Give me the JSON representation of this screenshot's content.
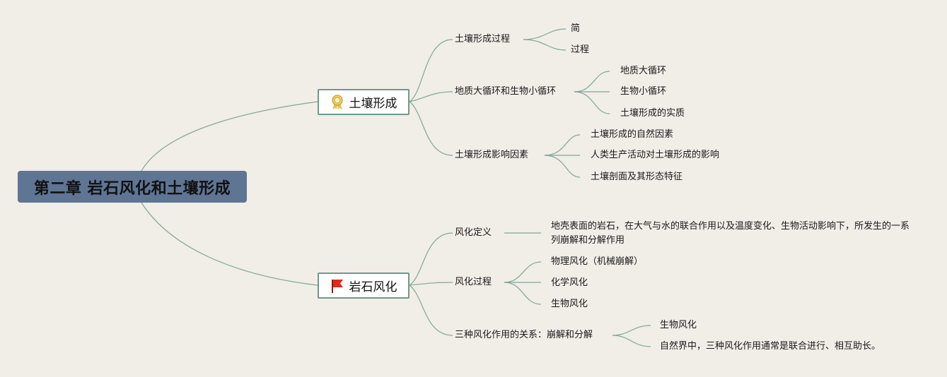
{
  "root": {
    "label": "第二章 岩石风化和土壤形成"
  },
  "branches": [
    {
      "label": "土壤形成",
      "icon": "award-ribbon-icon",
      "topics": [
        {
          "label": "土壤形成过程",
          "leaves": [
            "简",
            "过程"
          ]
        },
        {
          "label": "地质大循环和生物小循环",
          "leaves": [
            "地质大循环",
            "生物小循环",
            "土壤形成的实质"
          ]
        },
        {
          "label": "土壤形成影响因素",
          "leaves": [
            "土壤形成的自然因素",
            "人类生产活动对土壤形成的影响",
            "土壤剖面及其形态特征"
          ]
        }
      ]
    },
    {
      "label": "岩石风化",
      "icon": "red-flag-icon",
      "topics": [
        {
          "label": "风化定义",
          "leaves": [
            "地壳表面的岩石，在大气与水的联合作用以及温度变化、生物活动影响下，所发生的一系列崩解和分解作用"
          ]
        },
        {
          "label": "风化过程",
          "leaves": [
            "物理风化（机械崩解）",
            "化学风化",
            "生物风化"
          ]
        },
        {
          "label": "三种风化作用的关系：崩解和分解",
          "leaves": [
            "生物风化",
            "自然界中，三种风化作用通常是联合进行、相互助长。"
          ]
        }
      ]
    }
  ],
  "colors": {
    "root": "#5e7594",
    "line": "#7fa898",
    "background": "#f1ede7"
  }
}
